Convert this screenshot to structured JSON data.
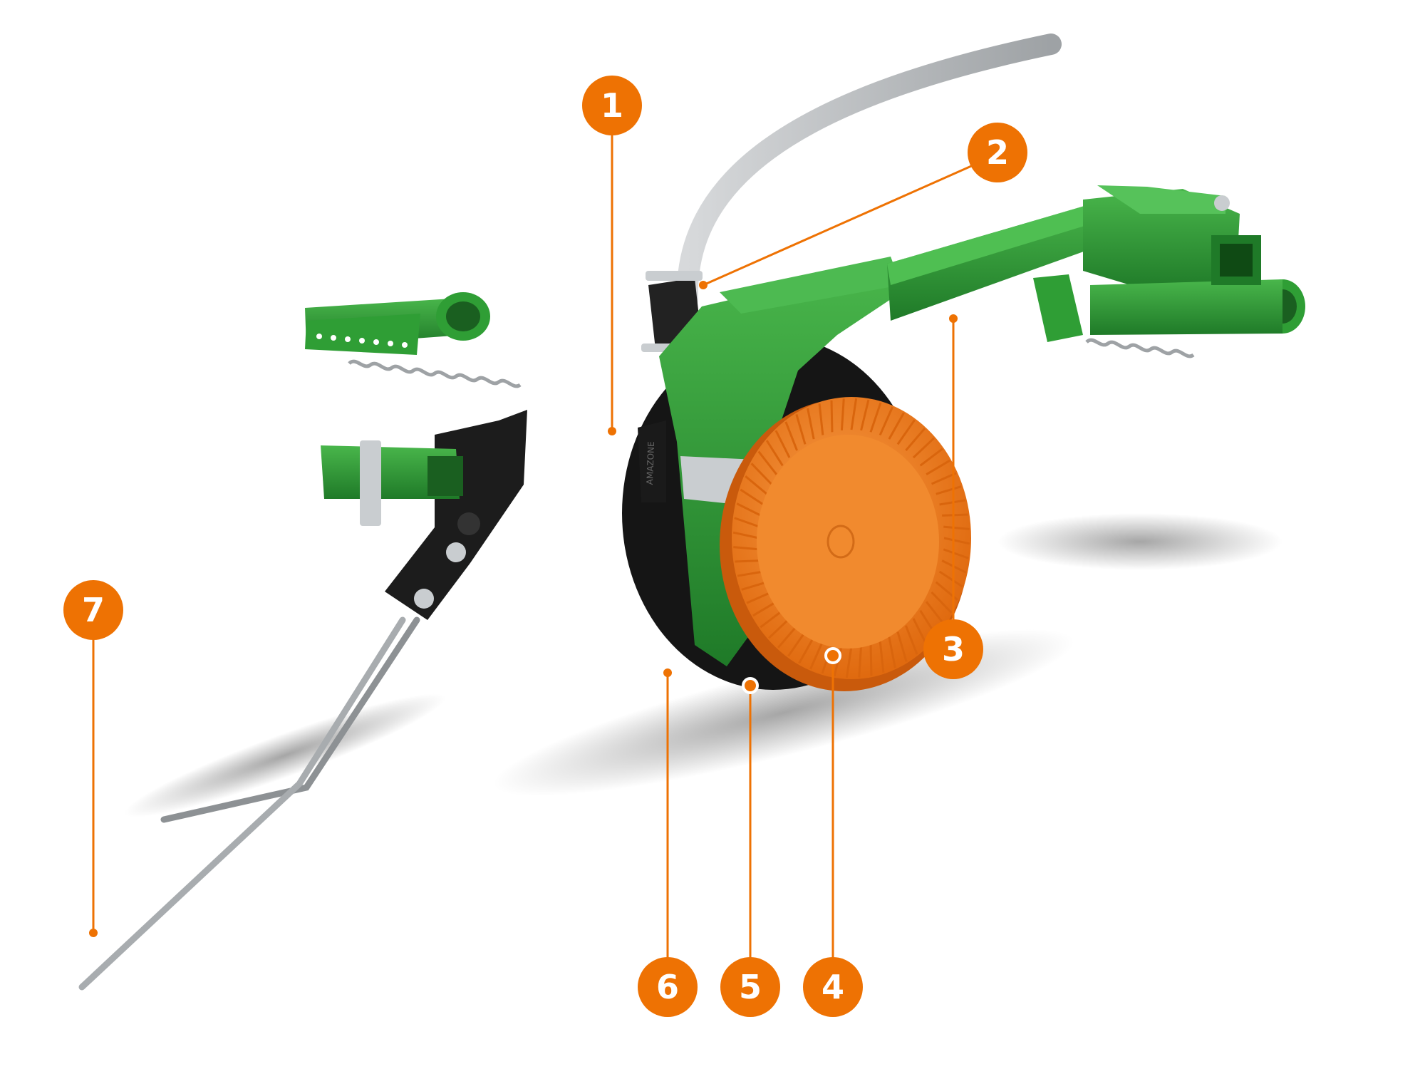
{
  "colors": {
    "accent": "#ee7203",
    "frame_green": "#2f9e35",
    "frame_green_dark": "#1f7a28",
    "press_wheel_orange": "#f07a1c",
    "disc_black": "#151515",
    "hose_grey": "#b8bbbd",
    "spring_steel": "#c9cdd0",
    "background": "#ffffff"
  },
  "brand_mark": "AMAZONE",
  "callouts": [
    {
      "id": "1",
      "label": "1"
    },
    {
      "id": "2",
      "label": "2"
    },
    {
      "id": "3",
      "label": "3"
    },
    {
      "id": "4",
      "label": "4"
    },
    {
      "id": "5",
      "label": "5"
    },
    {
      "id": "6",
      "label": "6"
    },
    {
      "id": "7",
      "label": "7"
    }
  ]
}
